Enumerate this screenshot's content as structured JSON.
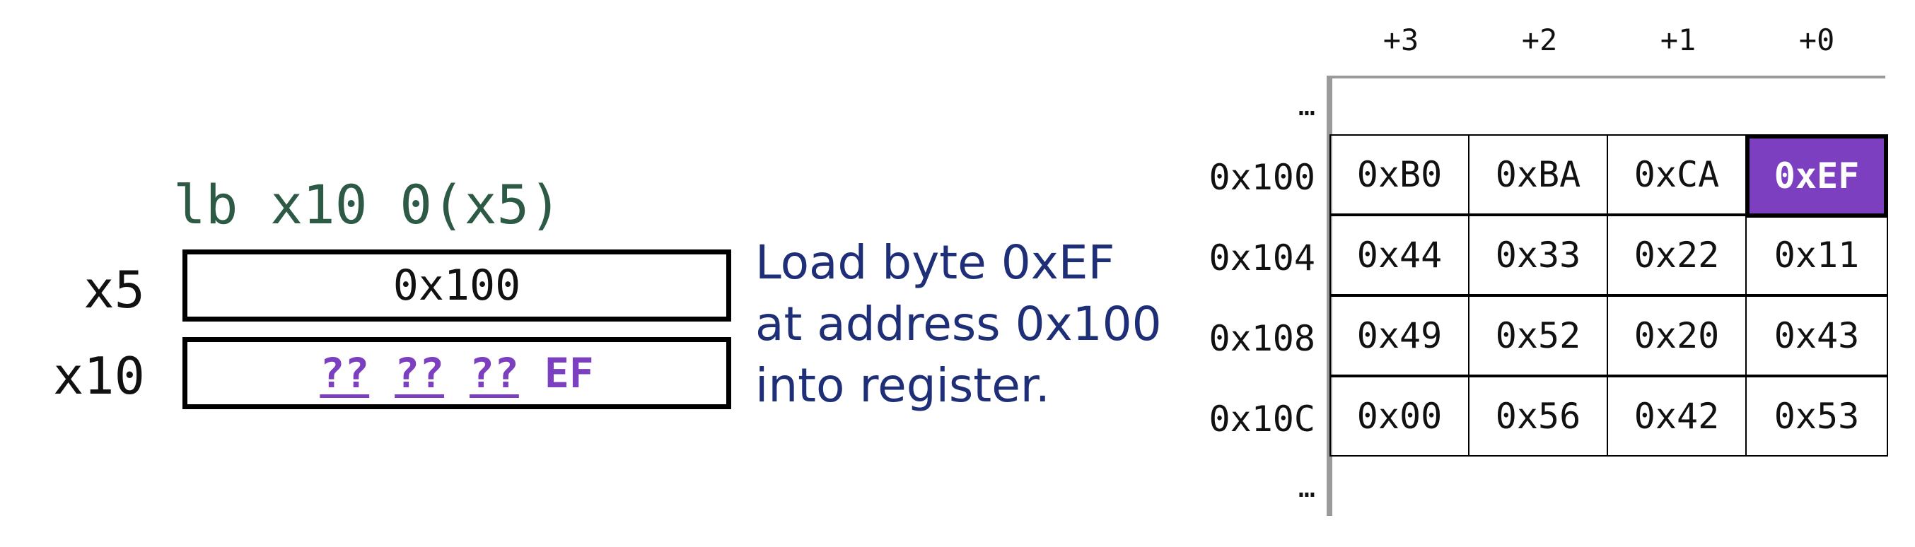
{
  "instruction": "lb x10 0(x5)",
  "registers": [
    {
      "name": "x5",
      "bytes": [
        {
          "text": "0x100",
          "known": true
        }
      ]
    },
    {
      "name": "x10",
      "bytes": [
        {
          "text": "??",
          "known": false
        },
        {
          "text": "??",
          "known": false
        },
        {
          "text": "??",
          "known": false
        },
        {
          "text": "EF",
          "known": true
        }
      ]
    }
  ],
  "description": [
    "Load byte 0xEF",
    "at address 0x100",
    "into register."
  ],
  "memory": {
    "columns": [
      "+3",
      "+2",
      "+1",
      "+0"
    ],
    "ellipsis": "…",
    "rows": [
      {
        "address": "0x100",
        "cells": [
          "0xB0",
          "0xBA",
          "0xCA",
          "0xEF"
        ]
      },
      {
        "address": "0x104",
        "cells": [
          "0x44",
          "0x33",
          "0x22",
          "0x11"
        ]
      },
      {
        "address": "0x108",
        "cells": [
          "0x49",
          "0x52",
          "0x20",
          "0x43"
        ]
      },
      {
        "address": "0x10C",
        "cells": [
          "0x00",
          "0x56",
          "0x42",
          "0x53"
        ]
      }
    ],
    "highlight": {
      "row": 0,
      "col": 3
    }
  },
  "colors": {
    "instruction": "#2d5a45",
    "description": "#1e2f78",
    "highlight": "#7b3fbf",
    "text": "#111111"
  }
}
